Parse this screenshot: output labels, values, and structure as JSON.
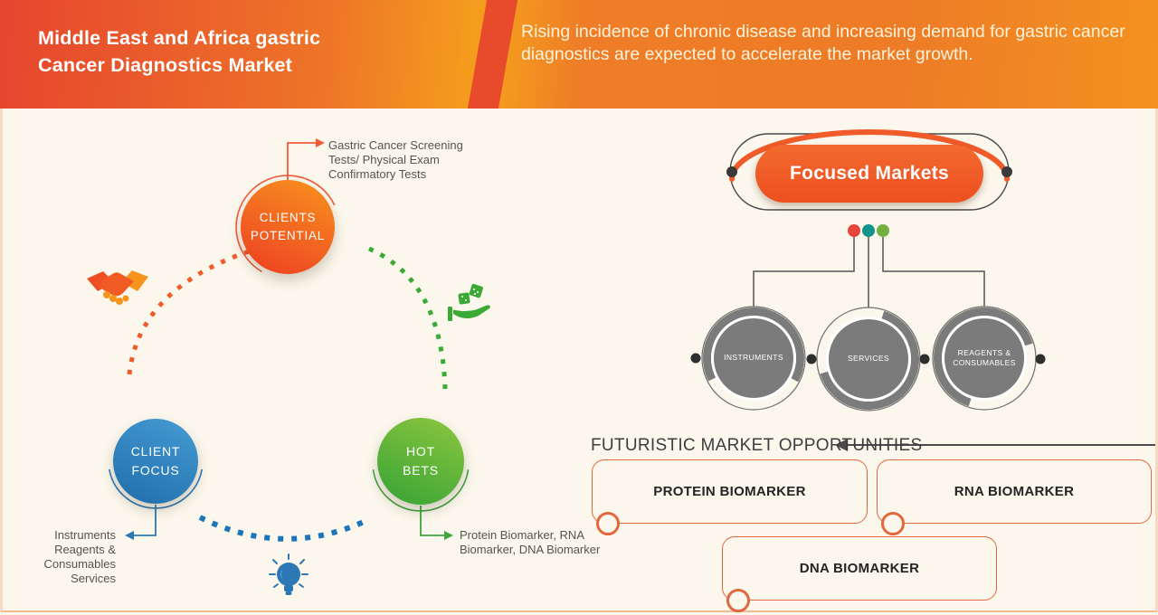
{
  "header": {
    "title": "Middle East and Africa gastric\nCancer Diagnostics Market",
    "subtitle": "Rising incidence of chronic disease and increasing demand for gastric cancer diagnostics are expected to accelerate the market growth."
  },
  "cycle": {
    "potential_label": "CLIENTS\nPOTENTIAL",
    "focus_label": "CLIENT\nFOCUS",
    "bets_label": "HOT\nBETS",
    "potential_note": "Gastric Cancer Screening\nTests/ Physical Exam\nConfirmatory Tests",
    "focus_note": "Instruments\nReagents &\nConsumables\nServices",
    "bets_note": "Protein Biomarker, RNA\nBiomarker, DNA Biomarker",
    "icons": {
      "handshake": "handshake-icon",
      "dice_hand": "hand-with-dice-icon",
      "lightbulb": "lightbulb-icon"
    }
  },
  "focused": {
    "label": "Focused Markets",
    "segments": [
      "INSTRUMENTS",
      "SERVICES",
      "REAGENTS &\nCONSUMABLES"
    ]
  },
  "opportunities": {
    "heading": "FUTURISTIC MARKET OPPORTUNITIES",
    "items": [
      "PROTEIN BIOMARKER",
      "RNA BIOMARKER",
      "DNA BIOMARKER"
    ]
  },
  "colors": {
    "header_red": "#e6452e",
    "header_orange": "#f49d1d",
    "accent_orange": "#f05a28",
    "accent_blue": "#2b78b4",
    "accent_green": "#3aaa35",
    "segment_gray": "#7b7b7b",
    "background_cream": "#fbf7ec",
    "dot_red": "#e8453a",
    "dot_teal": "#13948a",
    "dot_green": "#72b043"
  }
}
